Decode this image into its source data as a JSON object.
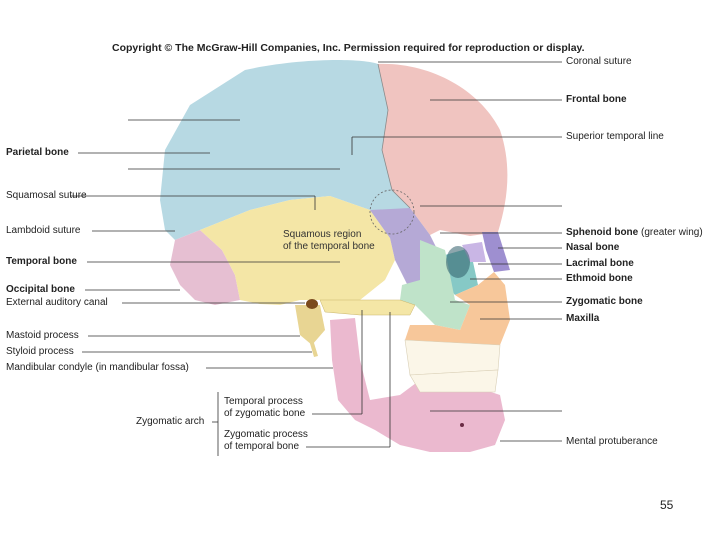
{
  "copyright": "Copyright © The McGraw-Hill Companies, Inc. Permission required for reproduction or display.",
  "labels_left": {
    "parietal_bone": "Parietal bone",
    "squamosal_suture": "Squamosal suture",
    "lambdoid_suture": "Lambdoid suture",
    "temporal_bone": "Temporal bone",
    "occipital_bone": "Occipital bone",
    "external_auditory_canal": "External auditory canal",
    "mastoid_process": "Mastoid process",
    "styloid_process": "Styloid process",
    "mandibular_condyle": "Mandibular condyle (in mandibular fossa)"
  },
  "labels_bottom": {
    "zygomatic_arch": "Zygomatic arch",
    "temporal_process_line1": "Temporal process",
    "temporal_process_line2": "of zygomatic bone",
    "zygomatic_process_line1": "Zygomatic process",
    "zygomatic_process_line2": "of temporal bone"
  },
  "labels_right": {
    "coronal_suture": "Coronal suture",
    "frontal_bone": "Frontal bone",
    "superior_temporal_line": "Superior temporal line",
    "sphenoid_bone": "Sphenoid bone",
    "sphenoid_bone_note": "(greater wing)",
    "nasal_bone": "Nasal bone",
    "lacrimal_bone": "Lacrimal bone",
    "ethmoid_bone": "Ethmoid bone",
    "zygomatic_bone": "Zygomatic bone",
    "maxilla": "Maxilla",
    "mental_protuberance": "Mental protuberance"
  },
  "region": {
    "line1": "Squamous region",
    "line2": "of the temporal bone"
  },
  "page_number": "55",
  "colors": {
    "parietal": "#b7d9e3",
    "frontal": "#f0c4c0",
    "temporal": "#f4e6a6",
    "occipital": "#e6bfd2",
    "sphenoid": "#b5a9d6",
    "nasal": "#9e8fd0",
    "lacrimal": "#c9b6e5",
    "ethmoid": "#86c9c6",
    "zygomatic": "#bfe3c9",
    "maxilla": "#f7c79a",
    "mandible": "#ebb9cf",
    "teeth": "#fbf6e8"
  }
}
